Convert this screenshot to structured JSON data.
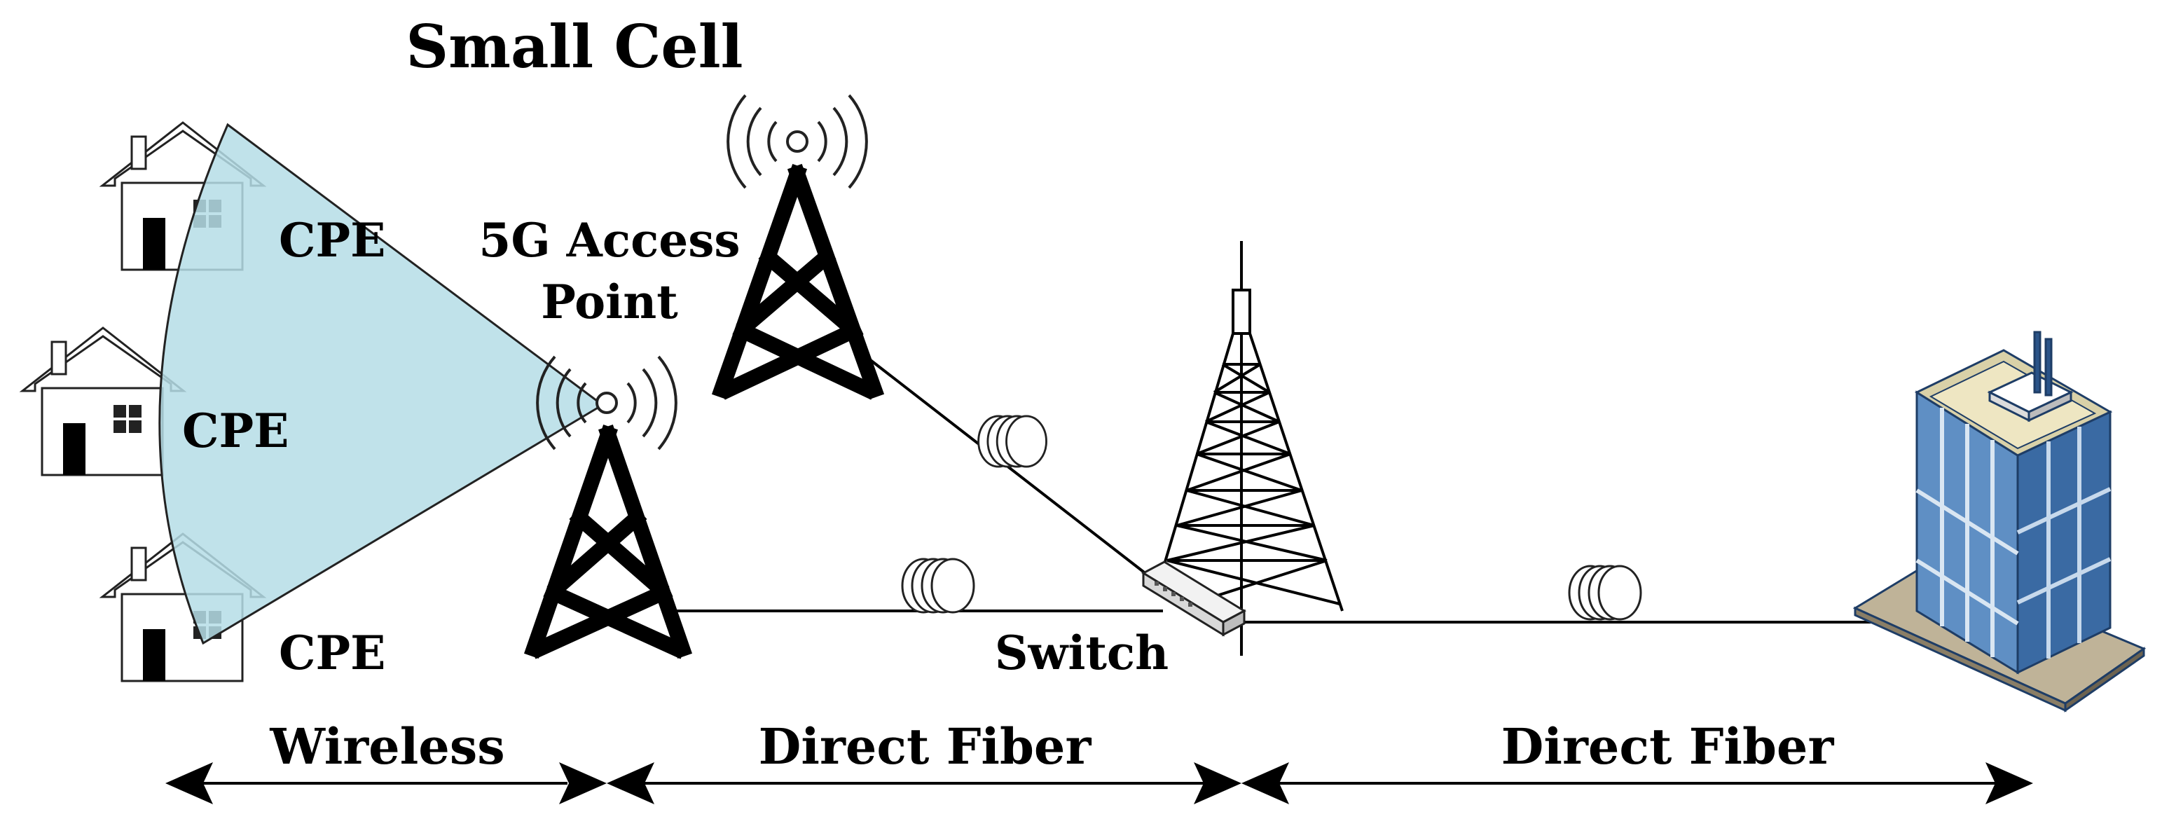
{
  "title": "Small Cell",
  "access_point": {
    "line1": "5G Access",
    "line2": "Point"
  },
  "cpe_labels": [
    "CPE",
    "CPE",
    "CPE"
  ],
  "switch_label": "Switch",
  "spans": {
    "wireless": "Wireless",
    "fiber_1": "Direct Fiber",
    "fiber_2": "Direct Fiber"
  },
  "colors": {
    "coverage_fill": "#b5dde6",
    "line": "#000000",
    "building_glass": "#4a7fb5",
    "building_dark": "#2a5488",
    "building_roof": "#d9d1a8"
  },
  "icons": [
    "house-icon",
    "cell-tower-icon",
    "lattice-tower-icon",
    "network-switch-icon",
    "fiber-coil-icon",
    "office-building-icon",
    "antenna-signal-icon",
    "double-arrow-icon"
  ]
}
